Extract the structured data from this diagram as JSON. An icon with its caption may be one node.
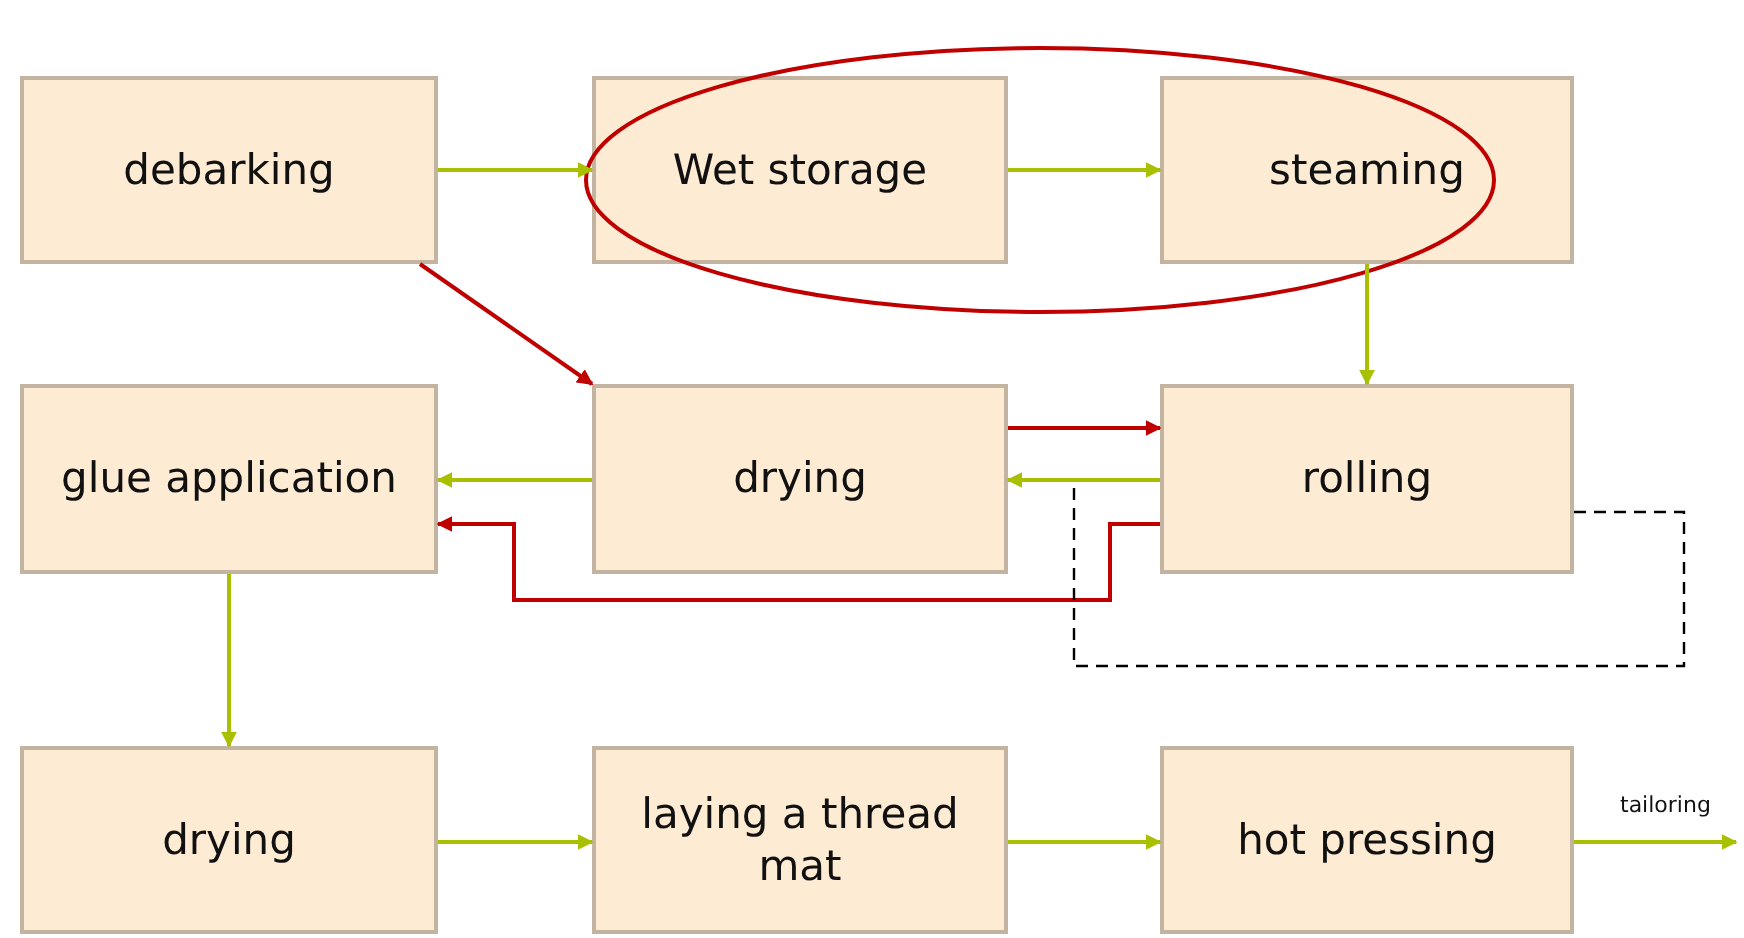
{
  "diagram": {
    "nodes": [
      {
        "text": [
          "debarking"
        ]
      },
      {
        "text": [
          "Wet storage"
        ]
      },
      {
        "text": [
          "steaming"
        ]
      },
      {
        "text": [
          "glue application"
        ]
      },
      {
        "text": [
          "drying"
        ]
      },
      {
        "text": [
          "rolling"
        ]
      },
      {
        "text": [
          "drying"
        ]
      },
      {
        "text": [
          "laying a thread mat"
        ]
      },
      {
        "text": [
          "hot pressing"
        ]
      }
    ],
    "edges": [
      {
        "from": 0,
        "to": 1,
        "arrow": "to"
      },
      {
        "from": 1,
        "to": 2,
        "arrow": "to"
      },
      {
        "from": 2,
        "to": 5,
        "arrow": "to"
      },
      {
        "from": 5,
        "to": 4,
        "arrow": "to"
      },
      {
        "from": 4,
        "to": 3,
        "arrow": "to"
      },
      {
        "from": 3,
        "to": 6,
        "arrow": "to"
      },
      {
        "from": 6,
        "to": 7,
        "arrow": "to"
      },
      {
        "from": 7,
        "to": 8,
        "arrow": "to"
      },
      {
        "from": 8,
        "to": null,
        "arrow": "to",
        "label": "tailoring"
      },
      {
        "from": 0,
        "to": 4,
        "arrow": "to",
        "color": "#c00000"
      },
      {
        "from": 4,
        "to": 5,
        "arrow": "to",
        "color": "#c00000"
      },
      {
        "from": 5,
        "to": 3,
        "arrow": "to",
        "color": "#c00000"
      },
      {
        "from": 5,
        "to": null,
        "arrow": "none",
        "style": "dashed",
        "color": "#000000"
      }
    ]
  }
}
